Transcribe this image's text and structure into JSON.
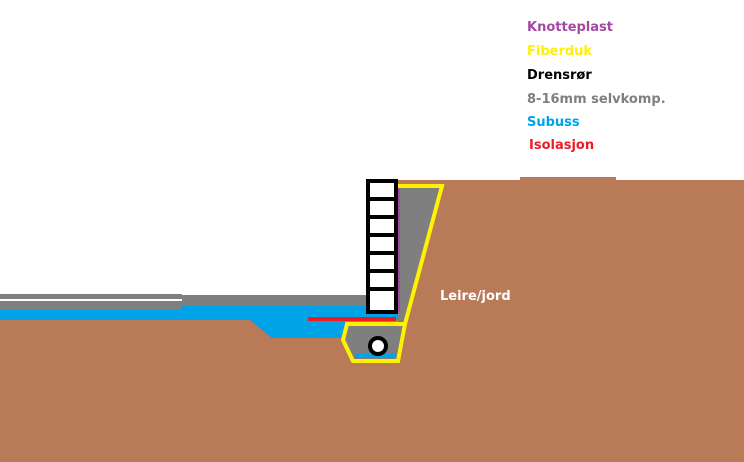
{
  "legend": [
    {
      "label": "Knotteplast",
      "color": "#a349a4"
    },
    {
      "label": "Fiberduk",
      "color": "#fff200"
    },
    {
      "label": "Drensrør",
      "color": "#000000"
    },
    {
      "label": "8-16mm selvkomp.",
      "color": "#7f7f7f"
    },
    {
      "label": "Subuss",
      "color": "#00a2e8"
    },
    {
      "label": "Isolasjon",
      "color": "#ed1c24"
    }
  ],
  "soil_label": "Leire/jord",
  "colors": {
    "soil": "#b97a57",
    "gravel": "#7f7f7f",
    "subbase": "#00a2e8",
    "insulation": "#ed1c24",
    "membrane": "#a349a4",
    "fabric": "#fff200",
    "wall": "#000000"
  }
}
